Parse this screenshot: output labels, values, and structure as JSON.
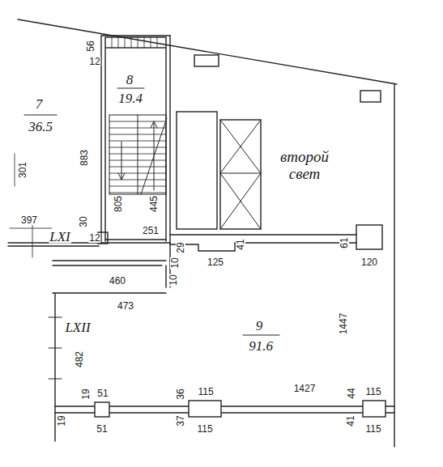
{
  "diagram": {
    "labels": [
      "56",
      "12",
      "8",
      "19.4",
      "7",
      "36.5",
      "301",
      "883",
      "805",
      "445",
      "397",
      "30",
      "12",
      "LXI",
      "251",
      "29",
      "10",
      "10",
      "41",
      "125",
      "61",
      "120",
      "460",
      "473",
      "LXII",
      "482",
      "9",
      "91.6",
      "1447",
      "1427",
      "19",
      "51",
      "36",
      "115",
      "44",
      "115",
      "19",
      "51",
      "37",
      "115",
      "41",
      "115",
      "второй свет"
    ]
  }
}
